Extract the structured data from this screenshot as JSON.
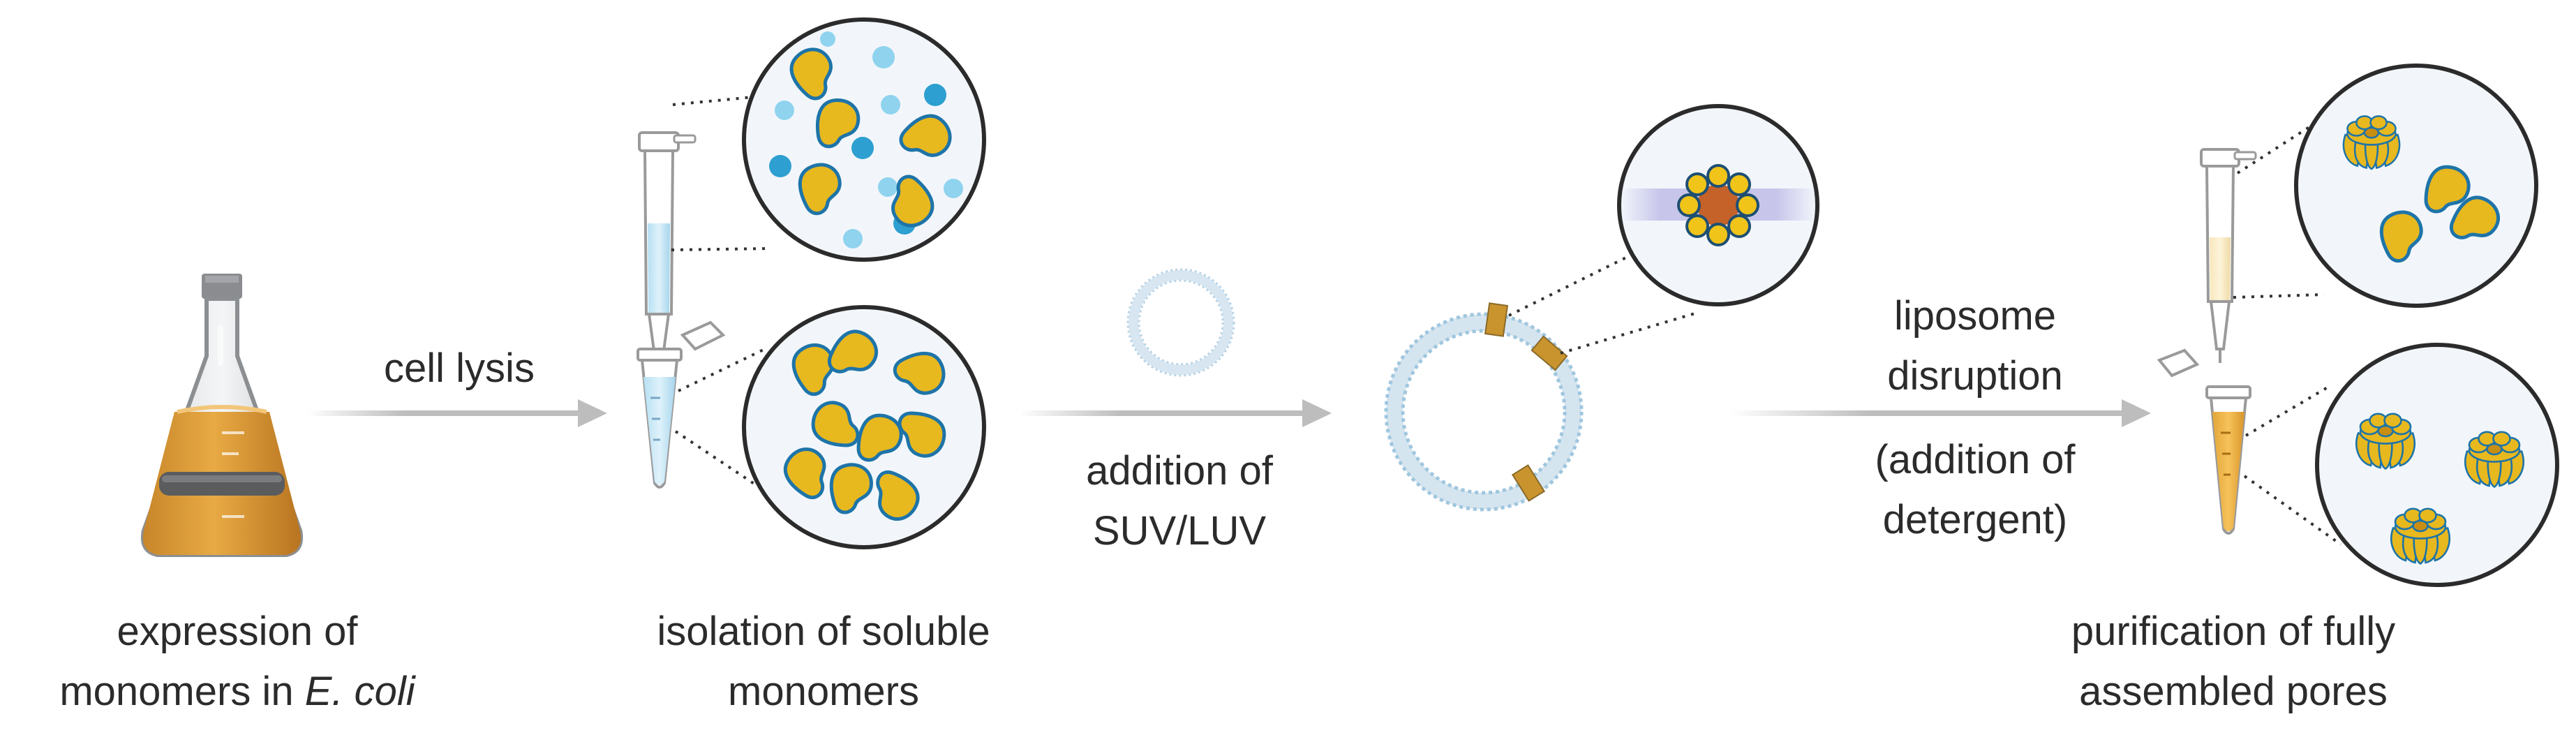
{
  "step1": {
    "line1": "expression of",
    "line2_prefix": "monomers in ",
    "line2_italic": "E. coli"
  },
  "arrow1": {
    "label": "cell lysis"
  },
  "step2": {
    "line1": "isolation of soluble",
    "line2": "monomers"
  },
  "arrow2": {
    "line1": "addition of",
    "line2": "SUV/LUV"
  },
  "arrow3": {
    "line1": "liposome",
    "line2": "disruption",
    "line3": "(addition of",
    "line4": "detergent)"
  },
  "step4": {
    "line1": "purification of fully",
    "line2": "assembled pores"
  },
  "colors": {
    "monomer_fill": "#e8b81f",
    "monomer_outline": "#1e74a8",
    "droplet_blue": "#2d9fd0",
    "droplet_light": "#8fd3ee",
    "medium_orange": "#e0a23a",
    "arrow_gray": "#bdbdbd",
    "zoom_bg": "#f2f6fb",
    "membrane_purple": "#c7c6ea",
    "pore_core": "#c4622a",
    "pore_subunit": "#f0c419",
    "liposome_blue": "#9fc6de"
  },
  "icons": [
    "flask-icon",
    "spin-column-icon",
    "microtube-icon",
    "vesicle-icon",
    "liposome-icon",
    "pore-icon",
    "monomer-icon"
  ]
}
